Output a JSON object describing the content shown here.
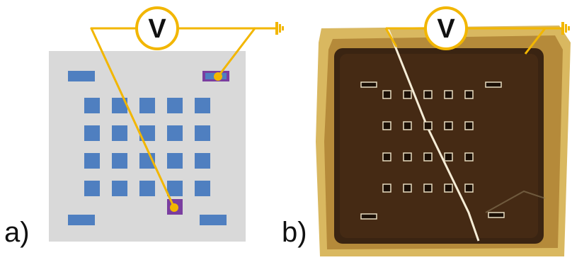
{
  "panels": [
    {
      "label": "a)"
    },
    {
      "label": "b)"
    }
  ],
  "meter": {
    "symbol": "V"
  },
  "schematic": {
    "pad_grid": {
      "columns": 5,
      "rows": 4
    }
  },
  "colors": {
    "wire": "#f2b600",
    "substrate": "#d9d9d9",
    "pad": "#4f7fc0",
    "contact_pad": "#7a3ea0",
    "probe_tip": "#f2b600",
    "photo_frame": "#c8a23a",
    "photo_sample": "#3a2412"
  }
}
